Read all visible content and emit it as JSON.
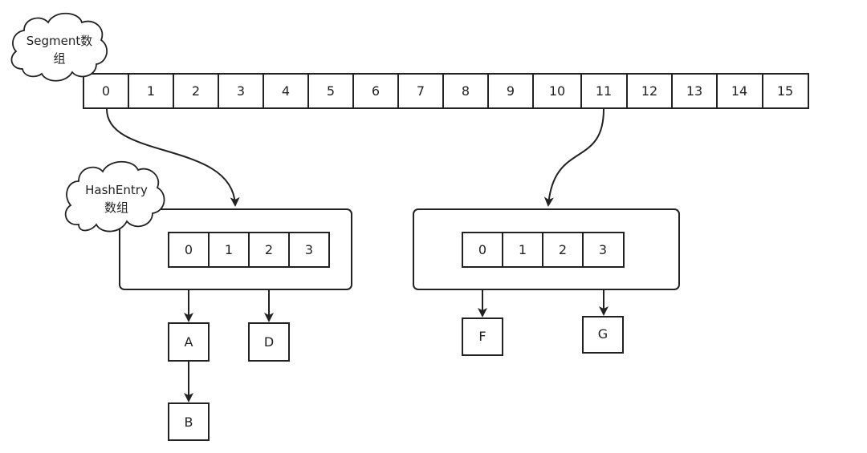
{
  "segment_array": {
    "label_line1": "Segment数",
    "label_line2": "组",
    "cells": [
      "0",
      "1",
      "2",
      "3",
      "4",
      "5",
      "6",
      "7",
      "8",
      "9",
      "10",
      "11",
      "12",
      "13",
      "14",
      "15"
    ]
  },
  "hashentry_label": {
    "line1": "HashEntry",
    "line2": "数组"
  },
  "hash_tables": [
    {
      "from_segment": "0",
      "cells": [
        "0",
        "1",
        "2",
        "3"
      ],
      "chains": [
        {
          "cell": "0",
          "nodes": [
            "A",
            "B"
          ]
        },
        {
          "cell": "2",
          "nodes": [
            "D"
          ]
        }
      ]
    },
    {
      "from_segment": "11",
      "cells": [
        "0",
        "1",
        "2",
        "3"
      ],
      "chains": [
        {
          "cell": "0",
          "nodes": [
            "F"
          ]
        },
        {
          "cell": "3",
          "nodes": [
            "G"
          ]
        }
      ]
    }
  ]
}
